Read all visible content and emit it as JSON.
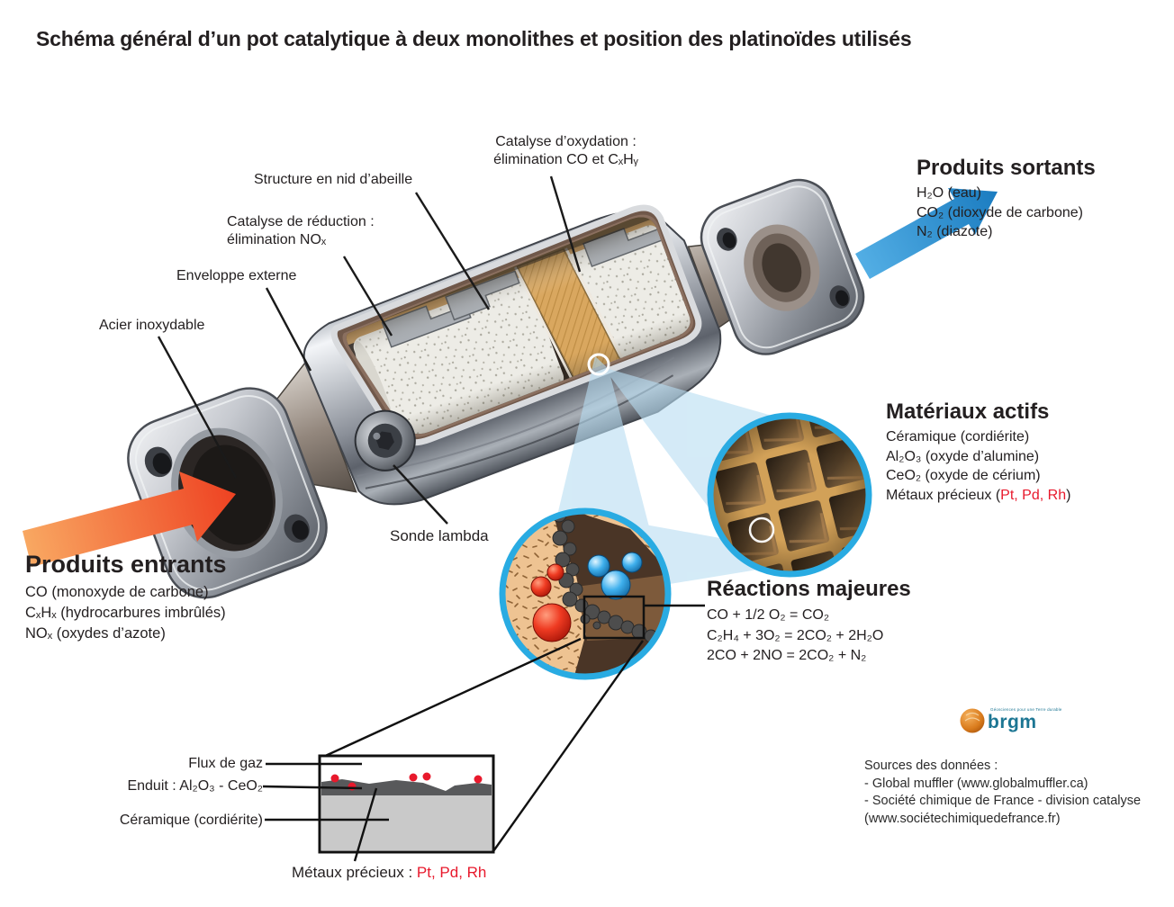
{
  "title": "Schéma général d’un pot catalytique à deux monolithes et position des platinoïdes utilisés",
  "callouts": {
    "structure": "Structure en nid d’abeille",
    "oxydation_line1": "Catalyse d’oxydation :",
    "oxydation_line2": "élimination CO et CₓHᵧ",
    "reduction_line1": "Catalyse de réduction :",
    "reduction_line2": "élimination NOₓ",
    "enveloppe": "Enveloppe externe",
    "acier": "Acier inoxydable",
    "sonde": "Sonde lambda"
  },
  "outputs": {
    "title": "Produits sortants",
    "items": [
      "H₂O (eau)",
      "CO₂ (dioxyde de carbone)",
      "N₂ (diazote)"
    ]
  },
  "inputs": {
    "title": "Produits entrants",
    "items": [
      "CO (monoxyde de carbone)",
      "CₓHₓ (hydrocarbures imbrûlés)",
      "NOₓ (oxydes d’azote)"
    ]
  },
  "materials": {
    "title": "Matériaux actifs",
    "items": [
      "Céramique (cordiérite)",
      "Al₂O₃ (oxyde d’alumine)",
      "CeO₂ (oxyde de cérium)"
    ],
    "precious_prefix": "Métaux précieux (",
    "precious_metals": "Pt, Pd, Rh",
    "precious_suffix": ")"
  },
  "reactions": {
    "title": "Réactions majeures",
    "equations": [
      "CO + 1/2 O₂ = CO₂",
      "C₂H₄ + 3O₂ = 2CO₂ + 2H₂O",
      "2CO + 2NO = 2CO₂ + N₂"
    ]
  },
  "layer_diagram": {
    "flux": "Flux de gaz",
    "enduit": "Enduit : Al₂O₃ - CeO₂",
    "ceramique": "Céramique (cordiérite)",
    "precious_prefix": "Métaux précieux : ",
    "precious_metals": "Pt, Pd, Rh"
  },
  "sources": {
    "heading": "Sources des données :",
    "lines": [
      " - Global muffler (www.globalmuffler.ca)",
      " - Société chimique de France - division catalyse",
      "(www.sociétechimiquedefrance.fr)"
    ]
  },
  "logo": {
    "wordmark": "brgm",
    "tagline": "Géosciences pour une Terre durable"
  },
  "colors": {
    "accent_red_text": "#e8192c",
    "inset_ring_blue": "#29abe2",
    "arrow_in_red": "#ee4222",
    "arrow_out_blue": "#2a93d5",
    "honeycomb_tan": "#d2a158"
  }
}
